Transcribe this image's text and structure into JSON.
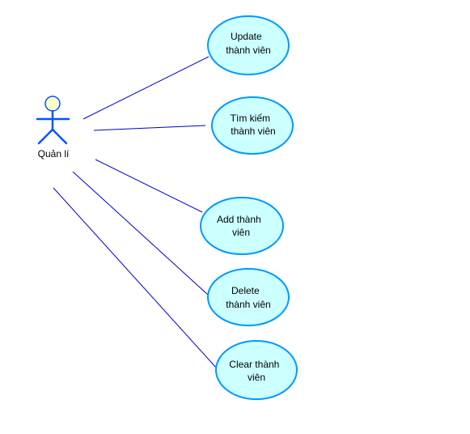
{
  "actor": {
    "label": "Quản lí",
    "line_color": "#0055ff",
    "head_fill": "#ffffcc"
  },
  "use_cases": [
    {
      "lines": [
        "Update",
        "thành viên"
      ]
    },
    {
      "lines": [
        "Tìm kiếm",
        "thành viên"
      ]
    },
    {
      "lines": [
        "Add thành",
        "viên"
      ]
    },
    {
      "lines": [
        "Delete",
        "thành viên"
      ]
    },
    {
      "lines": [
        "Clear thành",
        "viên"
      ]
    }
  ],
  "colors": {
    "usecase_fill": "#ccffff",
    "usecase_border": "#0099ff",
    "association": "#0000cc"
  }
}
